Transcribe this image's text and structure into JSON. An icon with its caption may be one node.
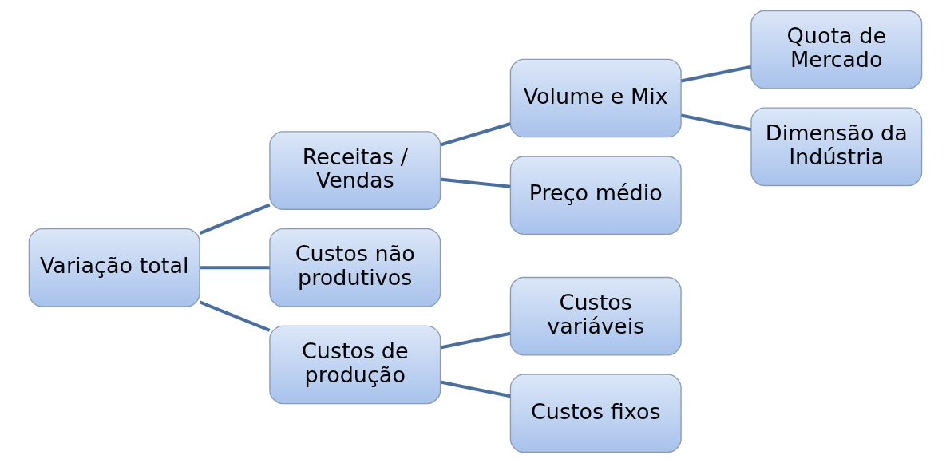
{
  "diagram": {
    "nodes": [
      {
        "text": [
          "Variação total"
        ]
      },
      {
        "text": [
          "Receitas / Vendas"
        ]
      },
      {
        "text": [
          "Custos não produtivos"
        ]
      },
      {
        "text": [
          "Custos de produção"
        ]
      },
      {
        "text": [
          "Volume e Mix"
        ]
      },
      {
        "text": [
          "Preço médio"
        ]
      },
      {
        "text": [
          "Quota de Mercado"
        ]
      },
      {
        "text": [
          "Dimensão da Indústria"
        ]
      },
      {
        "text": [
          "Custos variáveis"
        ]
      },
      {
        "text": [
          "Custos fixos"
        ]
      }
    ],
    "edges": [
      {
        "from": 0,
        "to": 1,
        "arrow": "none"
      },
      {
        "from": 0,
        "to": 2,
        "arrow": "none"
      },
      {
        "from": 0,
        "to": 3,
        "arrow": "none"
      },
      {
        "from": 1,
        "to": 4,
        "arrow": "none"
      },
      {
        "from": 1,
        "to": 5,
        "arrow": "none"
      },
      {
        "from": 4,
        "to": 6,
        "arrow": "none"
      },
      {
        "from": 4,
        "to": 7,
        "arrow": "none"
      },
      {
        "from": 3,
        "to": 8,
        "arrow": "none"
      },
      {
        "from": 3,
        "to": 9,
        "arrow": "none"
      }
    ]
  }
}
